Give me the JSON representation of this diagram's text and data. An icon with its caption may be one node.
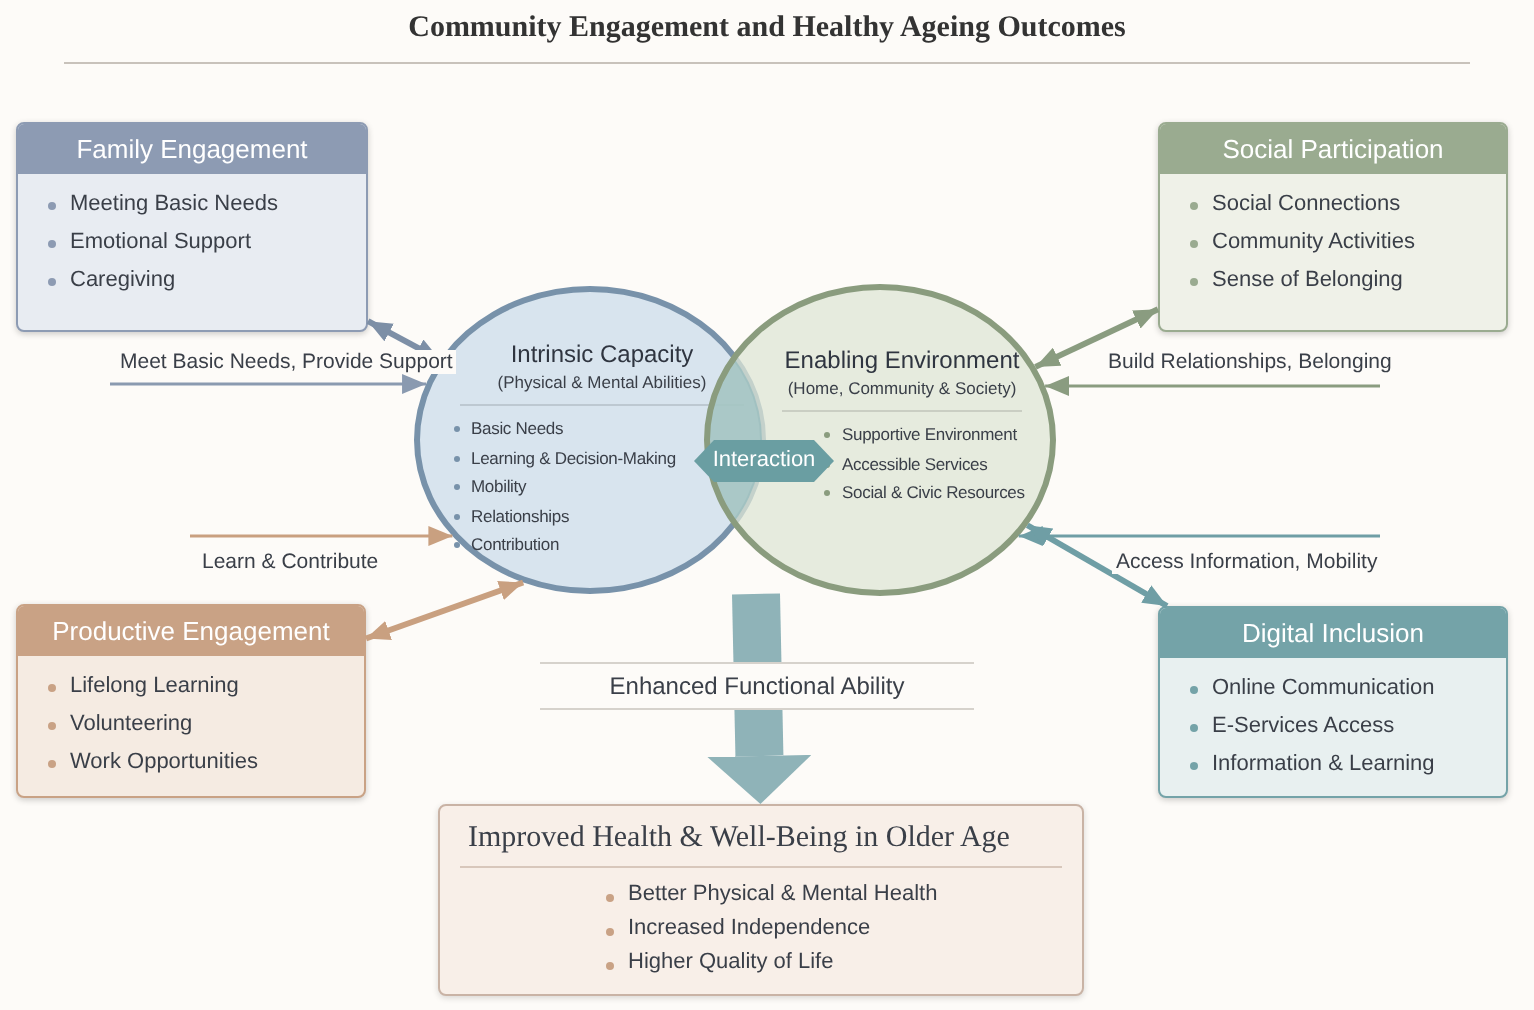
{
  "diagram": {
    "title": "Community Engagement and Healthy Ageing Outcomes",
    "nodes": [
      {
        "text": [
          "Family Engagement",
          "Meeting Basic Needs",
          "Emotional Support",
          "Caregiving"
        ]
      },
      {
        "text": [
          "Social Participation",
          "Social Connections",
          "Community Activities",
          "Sense of Belonging"
        ]
      },
      {
        "text": [
          "Intrinsic Capacity",
          "(Physical & Mental Abilities)",
          "Basic Needs",
          "Learning & Decision-Making",
          "Mobility",
          "Relationships",
          "Contribution"
        ]
      },
      {
        "text": [
          "Enabling Environment",
          "(Home, Community & Society)",
          "Supportive Environment",
          "Accessible Services",
          "Social & Civic Resources"
        ]
      },
      {
        "text": [
          "Interaction"
        ]
      },
      {
        "text": [
          "Productive Engagement",
          "Lifelong Learning",
          "Volunteering",
          "Work Opportunities"
        ]
      },
      {
        "text": [
          "Digital Inclusion",
          "Online Communication",
          "E-Services Access",
          "Information & Learning"
        ]
      },
      {
        "text": [
          "Improved Health & Well-Being in Older Age",
          "Better Physical & Mental Health",
          "Increased Independence",
          "Higher Quality of Life"
        ]
      }
    ],
    "edges": [
      {
        "from": 0,
        "to": 2,
        "arrow": "both",
        "color": "#7d8fa6"
      },
      {
        "from": null,
        "to": 2,
        "arrow": "to",
        "label": "Meet Basic Needs, Provide Support",
        "color": "#8a9ab0"
      },
      {
        "from": 1,
        "to": 3,
        "arrow": "both",
        "color": "#8a9c80"
      },
      {
        "from": null,
        "to": 3,
        "arrow": "to",
        "label": "Build Relationships, Belonging",
        "color": "#8a9c80"
      },
      {
        "from": null,
        "to": 2,
        "arrow": "to",
        "label": "Learn & Contribute",
        "color": "#c9a080"
      },
      {
        "from": 5,
        "to": 2,
        "arrow": "both",
        "color": "#c9a080"
      },
      {
        "from": null,
        "to": 3,
        "arrow": "to",
        "label": "Access Information, Mobility",
        "color": "#6f9ea5"
      },
      {
        "from": 6,
        "to": 3,
        "arrow": "both",
        "color": "#6f9ea5"
      },
      {
        "from": 2,
        "to": 7,
        "arrow": "to",
        "label": "Enhanced Functional Ability",
        "style": "thick",
        "color": "#8fb3b8"
      }
    ]
  }
}
